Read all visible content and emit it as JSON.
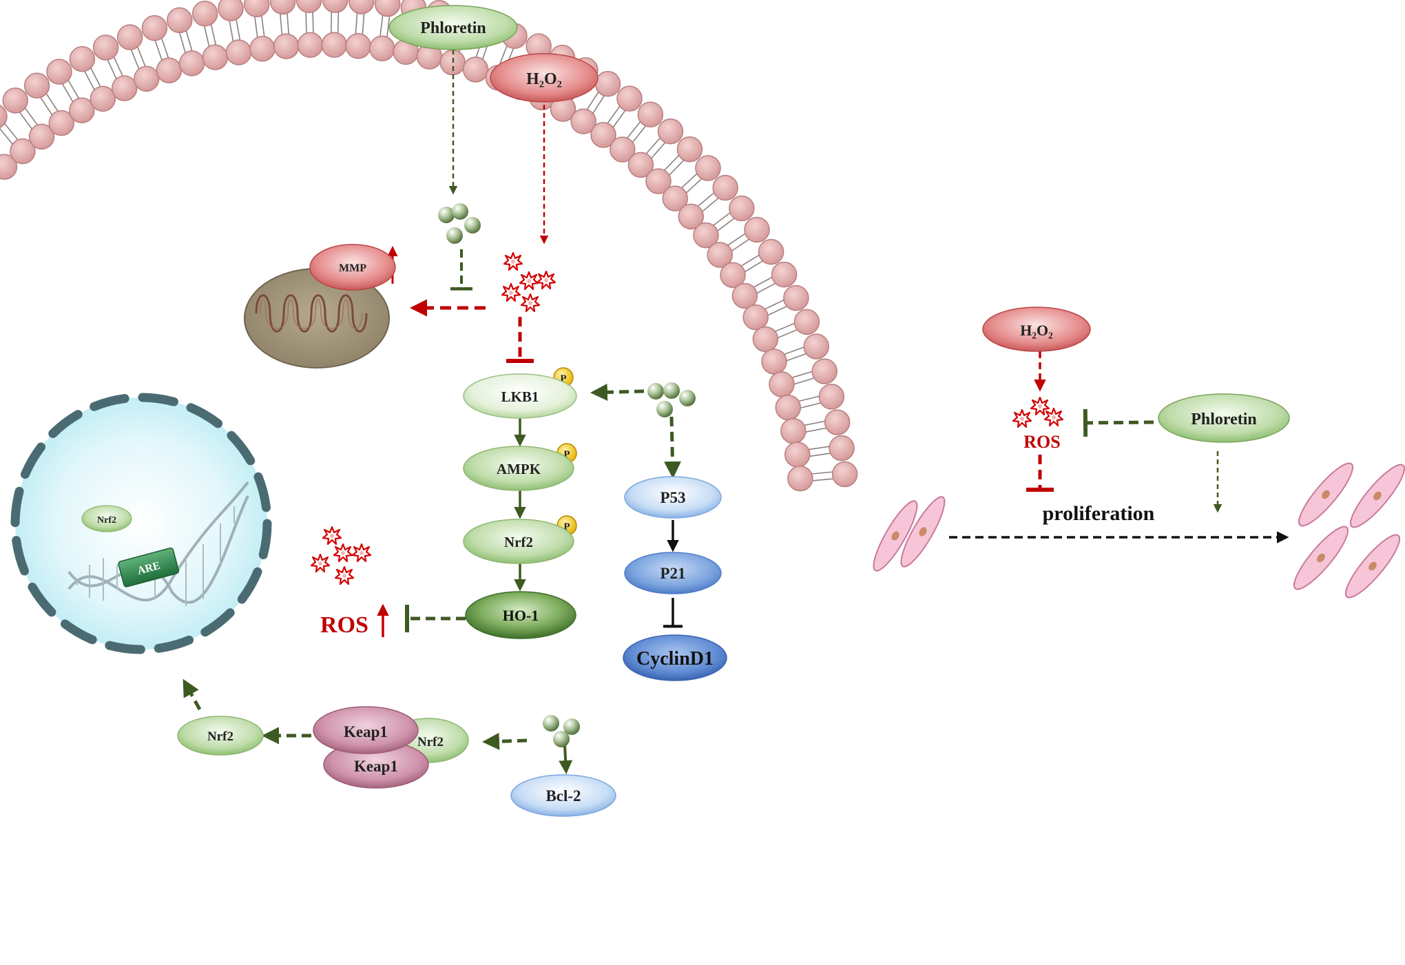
{
  "nodes": {
    "phloretin_top": "Phloretin",
    "h2o2_top": "H₂O₂",
    "mmp": "MMP",
    "lkb1": "LKB1",
    "ampk": "AMPK",
    "nrf2_p": "Nrf2",
    "ho1": "HO-1",
    "p53": "P53",
    "p21": "P21",
    "cyclind1": "CyclinD1",
    "ros_left": "ROS",
    "nucleus_nrf2": "Nrf2",
    "are": "ARE",
    "nrf2_free": "Nrf2",
    "keap1_top": "Keap1",
    "keap1_bottom": "Keap1",
    "nrf2_bound": "Nrf2",
    "bcl2": "Bcl-2",
    "h2o2_right": "H₂O₂",
    "ros_right": "ROS",
    "phloretin_right": "Phloretin",
    "proliferation": "proliferation"
  },
  "phospho_label": "P",
  "colors": {
    "green_arrow": "#3d5a22",
    "red_arrow": "#c00000",
    "black_arrow": "#111111",
    "lipid_head": "#e0a8a8",
    "red_node": "#d96b6b",
    "green_node": "#b9d9a3",
    "blue_node": "#6e98d8",
    "pink_node": "#c98aa4",
    "phospho": "#f2c200"
  }
}
